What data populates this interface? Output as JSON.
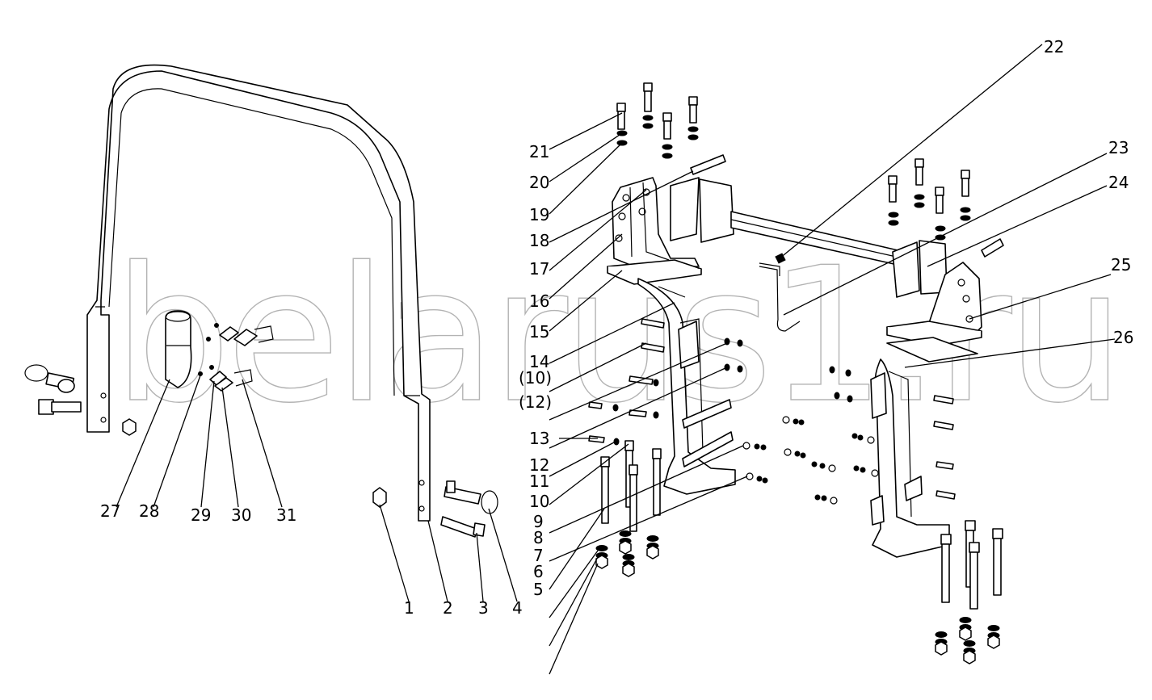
{
  "watermark": "belarus1.ru",
  "callouts": {
    "c1": "1",
    "c2": "2",
    "c3": "3",
    "c4": "4",
    "c5": "5",
    "c6": "6",
    "c7": "7",
    "c8": "8",
    "c9": "9",
    "c10": "10",
    "c11": "11",
    "c12": "12",
    "c13": "13",
    "c14": "14",
    "c15": "15",
    "c16": "16",
    "c17": "17",
    "c18": "18",
    "c19": "19",
    "c20": "20",
    "c21": "21",
    "c22": "22",
    "c23": "23",
    "c24": "24",
    "c25": "25",
    "c26": "26",
    "c27": "27",
    "c28": "28",
    "c29": "29",
    "c30": "30",
    "c31": "31",
    "c10b": "(10)",
    "c12b": "(12)"
  }
}
